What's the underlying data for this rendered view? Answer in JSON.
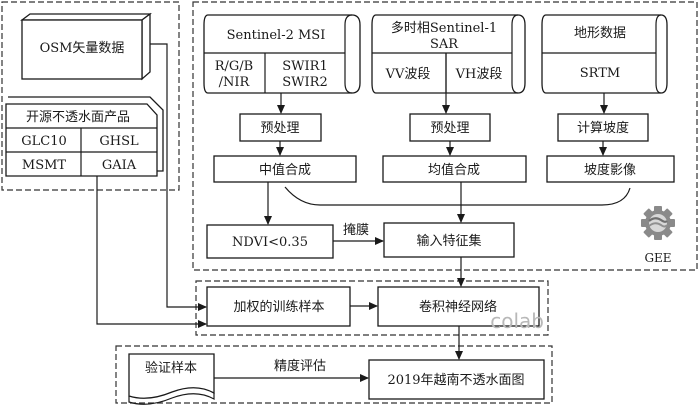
{
  "containers": {
    "left_sources": "left data sources group",
    "gee": {
      "label": "GEE"
    },
    "colab": {
      "label": "colab"
    },
    "validation": "validation group"
  },
  "nodes": {
    "osm": "OSM矢量数据",
    "products": {
      "title": "开源不透水面产品",
      "cells": [
        "GLC10",
        "GHSL",
        "MSMT",
        "GAIA"
      ]
    },
    "s2": {
      "title": "Sentinel-2 MSI",
      "left": [
        "R/G/B",
        "/NIR"
      ],
      "right": [
        "SWIR1",
        "SWIR2"
      ]
    },
    "s1": {
      "title_line1": "多时相Sentinel-1",
      "title_line2": "SAR",
      "left": "VV波段",
      "right": "VH波段"
    },
    "terrain": {
      "title": "地形数据",
      "sub": "SRTM"
    },
    "pre1": "预处理",
    "pre2": "预处理",
    "slope_calc": "计算坡度",
    "median": "中值合成",
    "mean": "均值合成",
    "slope_img": "坡度影像",
    "ndvi": "NDVI<0.35",
    "mask_label": "掩膜",
    "features": "输入特征集",
    "weighted": "加权的训练样本",
    "cnn": "卷积神经网络",
    "validation": "验证样本",
    "accuracy_label": "精度评估",
    "result": "2019年越南不透水面图"
  }
}
